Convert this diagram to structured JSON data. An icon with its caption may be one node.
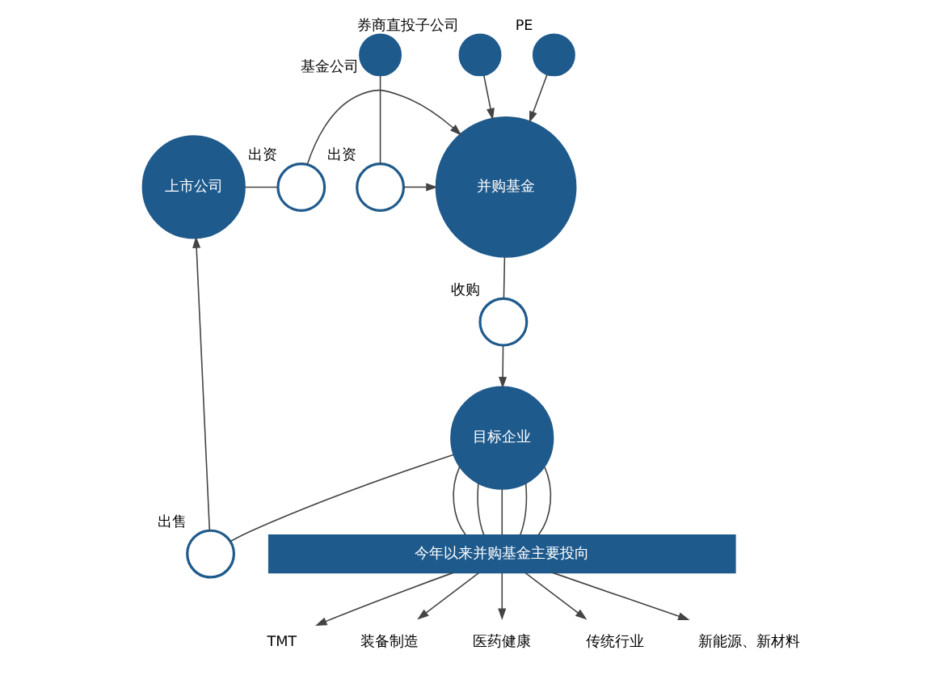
{
  "diagram": {
    "nodes": [
      {
        "text": [
          "上市公司"
        ]
      },
      {
        "text": [],
        "shape": "circle",
        "beside": [
          "出资"
        ]
      },
      {
        "text": [
          "并购基金"
        ]
      },
      {
        "text": [],
        "shape": "circle",
        "beside": [
          "券商直投子公司"
        ]
      },
      {
        "text": [],
        "shape": "circle",
        "beside": [
          "基金公司"
        ]
      },
      {
        "text": [],
        "shape": "circle",
        "beside": [
          "PE"
        ]
      },
      {
        "text": [],
        "shape": "circle",
        "beside": [
          "出资"
        ]
      },
      {
        "text": [],
        "shape": "circle",
        "beside": [
          "收购"
        ]
      },
      {
        "text": [],
        "shape": "circle",
        "beside": [
          "出售"
        ]
      },
      {
        "text": [
          "目标企业"
        ]
      },
      {
        "text": [
          "今年以来并购基金主要投向"
        ]
      },
      {
        "text": [
          "TMT"
        ]
      },
      {
        "text": [
          "装备制造"
        ]
      },
      {
        "text": [
          "医药健康"
        ]
      },
      {
        "text": [
          "传统行业"
        ]
      },
      {
        "text": [
          "新能源、新材料"
        ]
      }
    ],
    "edges": [
      {
        "from": 0,
        "to": 1,
        "arrow": "none"
      },
      {
        "from": 1,
        "to": 2,
        "arrow": "to"
      },
      {
        "from": 3,
        "to": 2,
        "arrow": "to"
      },
      {
        "from": 4,
        "to": 6,
        "arrow": "none"
      },
      {
        "from": 6,
        "to": 2,
        "arrow": "to"
      },
      {
        "from": 5,
        "to": 2,
        "arrow": "to"
      },
      {
        "from": 2,
        "to": 7,
        "arrow": "none"
      },
      {
        "from": 7,
        "to": 9,
        "arrow": "to"
      },
      {
        "from": 9,
        "to": 8,
        "arrow": "none"
      },
      {
        "from": 8,
        "to": 0,
        "arrow": "to"
      },
      {
        "from": 9,
        "to": 10,
        "arrow": "none"
      },
      {
        "from": 9,
        "to": 10,
        "arrow": "none"
      },
      {
        "from": 9,
        "to": 10,
        "arrow": "none"
      },
      {
        "from": 9,
        "to": 10,
        "arrow": "none"
      },
      {
        "from": 9,
        "to": 10,
        "arrow": "none"
      },
      {
        "from": 10,
        "to": 11,
        "arrow": "to"
      },
      {
        "from": 10,
        "to": 12,
        "arrow": "to"
      },
      {
        "from": 10,
        "to": 13,
        "arrow": "to"
      },
      {
        "from": 10,
        "to": 14,
        "arrow": "to"
      },
      {
        "from": 10,
        "to": 15,
        "arrow": "to"
      }
    ]
  }
}
